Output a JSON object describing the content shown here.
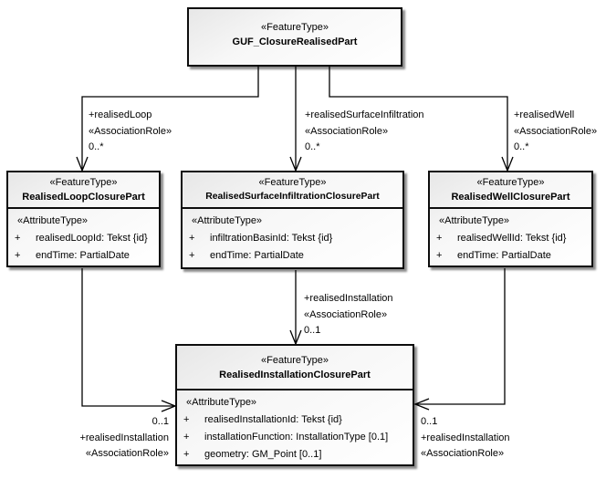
{
  "colors": {
    "line": "#000000",
    "box_border": "#0d0d0d",
    "box_fill_top": "#e7e7e7",
    "box_fill_bottom": "#ffffff",
    "text": "#000000"
  },
  "classes": {
    "guf": {
      "stereotype": "«FeatureType»",
      "name": "GUF_ClosureRealisedPart"
    },
    "loop": {
      "stereotype": "«FeatureType»",
      "name": "RealisedLoopClosurePart",
      "attr_stereotype": "«AttributeType»",
      "attributes": [
        {
          "vis": "+",
          "text": "realisedLoopId: Tekst {id}"
        },
        {
          "vis": "+",
          "text": "endTime: PartialDate"
        }
      ]
    },
    "surface": {
      "stereotype": "«FeatureType»",
      "name": "RealisedSurfaceInfiltrationClosurePart",
      "attr_stereotype": "«AttributeType»",
      "attributes": [
        {
          "vis": "+",
          "text": "infiltrationBasinId: Tekst {id}"
        },
        {
          "vis": "+",
          "text": "endTime: PartialDate"
        }
      ]
    },
    "well": {
      "stereotype": "«FeatureType»",
      "name": "RealisedWellClosurePart",
      "attr_stereotype": "«AttributeType»",
      "attributes": [
        {
          "vis": "+",
          "text": "realisedWellId: Tekst {id}"
        },
        {
          "vis": "+",
          "text": "endTime: PartialDate"
        }
      ]
    },
    "installation": {
      "stereotype": "«FeatureType»",
      "name": "RealisedInstallationClosurePart",
      "attr_stereotype": "«AttributeType»",
      "attributes": [
        {
          "vis": "+",
          "text": "realisedInstallationId: Tekst {id}"
        },
        {
          "vis": "+",
          "text": "installationFunction: InstallationType [0.1]"
        },
        {
          "vis": "+",
          "text": "geometry: GM_Point [0..1]"
        }
      ]
    }
  },
  "connectors": {
    "realisedLoop": {
      "role": "+realisedLoop",
      "stereotype": "«AssociationRole»",
      "multiplicity": "0..*"
    },
    "realisedSurfaceInfiltration": {
      "role": "+realisedSurfaceInfiltration",
      "stereotype": "«AssociationRole»",
      "multiplicity": "0..*"
    },
    "realisedWell": {
      "role": "+realisedWell",
      "stereotype": "«AssociationRole»",
      "multiplicity": "0..*"
    },
    "realisedInstallationMid": {
      "role": "+realisedInstallation",
      "stereotype": "«AssociationRole»",
      "multiplicity": "0..1"
    },
    "realisedInstallationLeft": {
      "multiplicity": "0..1",
      "role": "+realisedInstallation",
      "stereotype": "«AssociationRole»"
    },
    "realisedInstallationRight": {
      "multiplicity": "0..1",
      "role": "+realisedInstallation",
      "stereotype": "«AssociationRole»"
    }
  }
}
